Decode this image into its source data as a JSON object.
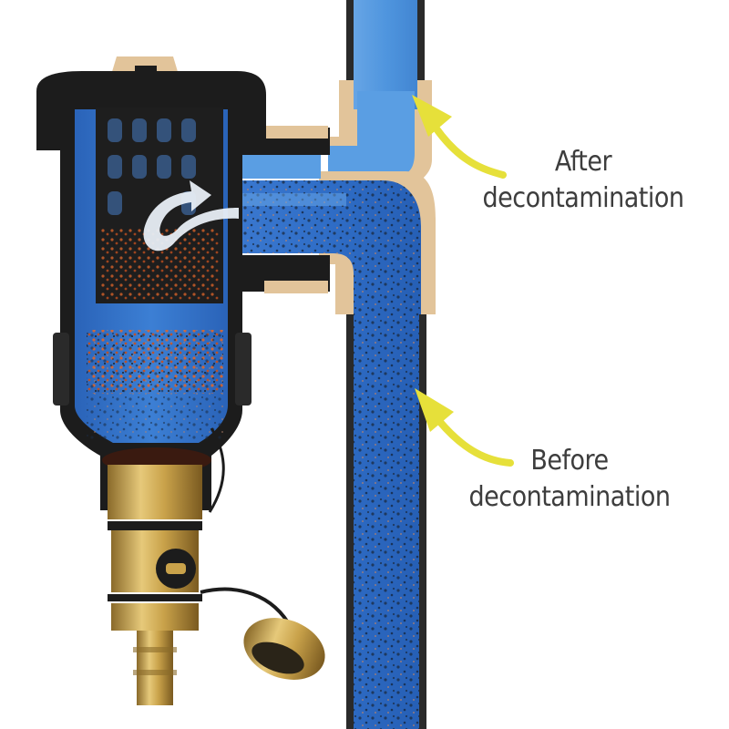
{
  "diagram": {
    "subject": "Magnetic dirt separator filter cutaway with pipe flow",
    "labels": {
      "after": {
        "line1": "After",
        "line2": "decontamination"
      },
      "before": {
        "line1": "Before",
        "line2": "decontamination"
      }
    },
    "colors": {
      "pipe_clean": "#4a8fd6",
      "pipe_dirty": "#2e6cc4",
      "fitting_beige": "#e2c49a",
      "housing_black": "#1c1c1c",
      "brass": "#c9a24a",
      "arrow_yellow": "#e6e03a",
      "flow_arrow": "#e8eef5",
      "text": "#3d3d3d"
    },
    "parts": [
      "filter-housing",
      "filter-cartridge",
      "inlet-outlet-pipe",
      "vertical-pipe",
      "brass-drain-valve",
      "hose-barb",
      "drain-cap"
    ]
  }
}
